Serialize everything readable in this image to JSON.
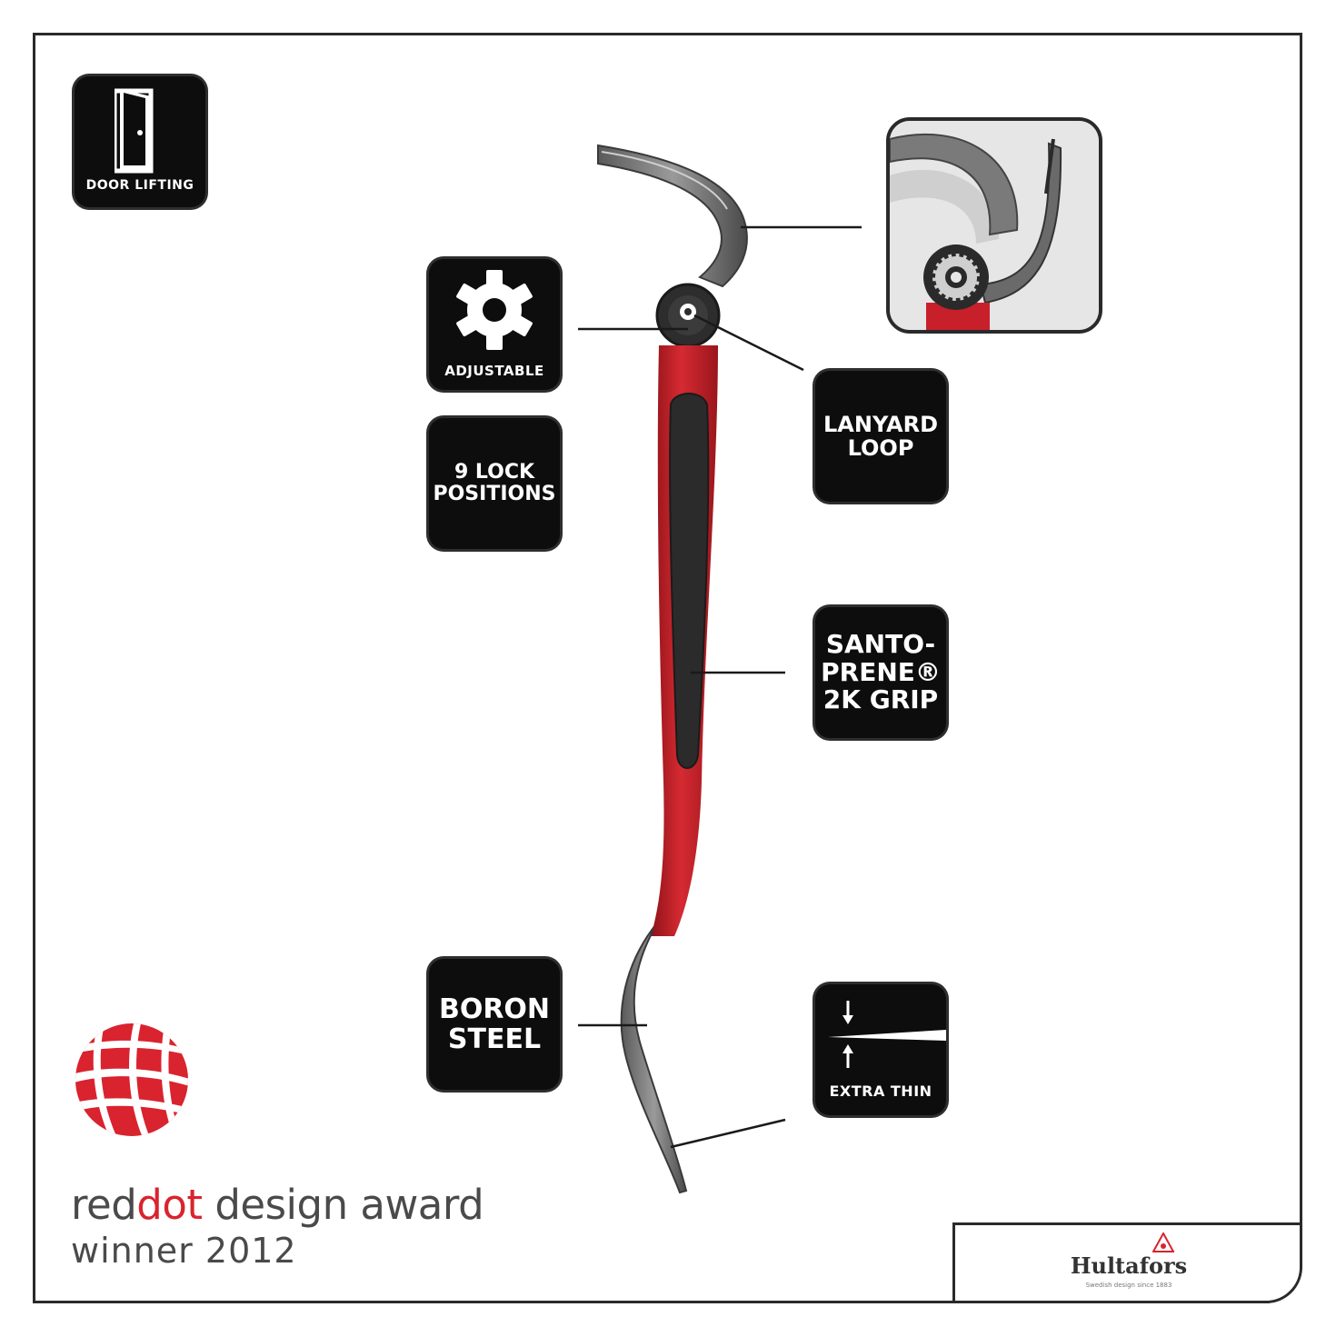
{
  "features": {
    "door_lifting": "DOOR LIFTING",
    "adjustable": "ADJUSTABLE",
    "lock_positions": [
      "9 LOCK",
      "POSITIONS"
    ],
    "lanyard_loop": [
      "LANYARD",
      "LOOP"
    ],
    "grip": [
      "SANTO-",
      "PRENE®",
      "2K GRIP"
    ],
    "boron_steel": [
      "BORON",
      "STEEL"
    ],
    "extra_thin": "EXTRA THIN"
  },
  "award": {
    "line1_part1": "red",
    "line1_part2": "dot",
    "line1_part3": " design award",
    "line2": "winner 2012"
  },
  "brand": {
    "name": "Hultafors",
    "tagline": "Swedish design since 1883"
  },
  "icons": {
    "door": "door-icon",
    "adjustable": "gear-icon",
    "extra_thin": "thickness-arrows-icon",
    "award": "reddot-logo-icon",
    "brand": "hultafors-triangle-icon"
  },
  "colors": {
    "tile": "#0d0d0d",
    "handle_red": "#c8202a",
    "grip_dark": "#2b2b2b",
    "steel": "#6e6e6e",
    "award_red": "#d9232e",
    "award_gray": "#4a4a4a"
  }
}
